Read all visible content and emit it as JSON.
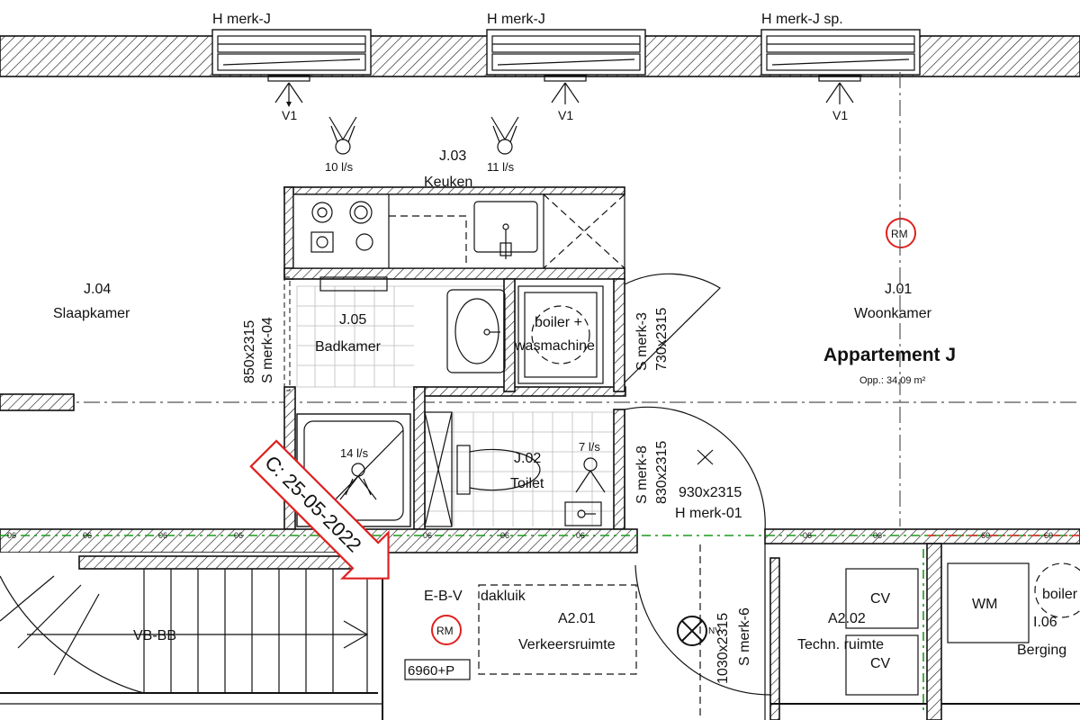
{
  "vents": {
    "v1_label": "H merk-J",
    "v2_label": "H merk-J",
    "v3_label": "H merk-J sp.",
    "v1_type": "V1",
    "v2_type": "V1",
    "v3_type": "V1"
  },
  "flows": {
    "left": "10 l/s",
    "right": "11 l/s",
    "shower": "14 l/s",
    "toilet": "7 l/s"
  },
  "rooms": {
    "keuken": {
      "number": "J.03",
      "name": "Keuken"
    },
    "slaapkamer": {
      "number": "J.04",
      "name": "Slaapkamer"
    },
    "badkamer": {
      "number": "J.05",
      "name": "Badkamer"
    },
    "woonkamer": {
      "number": "J.01",
      "name": "Woonkamer"
    },
    "toilet": {
      "number": "J.02",
      "name": "Toilet"
    },
    "verkeersruimte": {
      "number": "A2.01",
      "name": "Verkeersruimte"
    },
    "techn": {
      "number": "A2.02",
      "name": "Techn. ruimte"
    },
    "berging": {
      "number": "I.06",
      "name": "Berging"
    }
  },
  "apartment": {
    "title": "Appartement J",
    "area": "Opp.: 34,09 m²"
  },
  "doors": {
    "d1": {
      "size": "850x2315",
      "type": "S merk-04"
    },
    "d2": {
      "size": "730x2315",
      "type": "S merk-3"
    },
    "d3": {
      "size": "830x2315",
      "type": "S merk-8"
    },
    "d4": {
      "size": "930x2315",
      "type": "H merk-01"
    },
    "d5": {
      "size": "1030x2315",
      "type": "S merk-6"
    }
  },
  "fixtures": {
    "boiler_line1": "boiler +",
    "boiler_line2": "wasmachine",
    "dakluik": "dakluik",
    "cv1": "CV",
    "cv2": "CV",
    "wm": "WM",
    "boiler_right": "boiler",
    "nv": "NV"
  },
  "markers": {
    "rm": "RM",
    "ebv": "E-B-V",
    "vbbb": "VB-BB",
    "code": "6960+P"
  },
  "stamp": {
    "text": "C: 25-05-2022"
  },
  "line_labels": {
    "green_tag": "06",
    "red_tag": "60"
  },
  "colors": {
    "red": "#e02020",
    "green": "#1a9b1a",
    "line": "#111111"
  }
}
